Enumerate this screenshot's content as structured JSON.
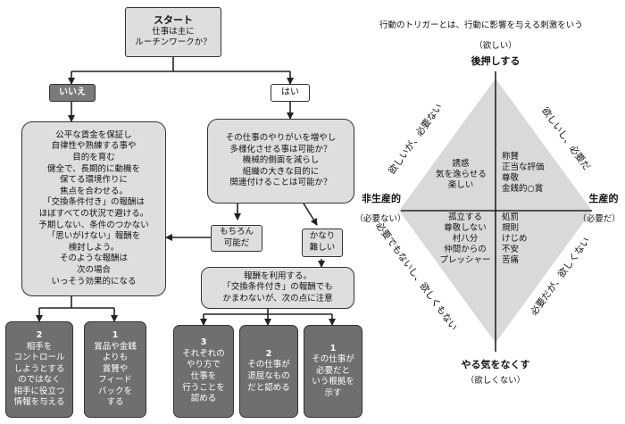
{
  "flow": {
    "start": {
      "title": "スタート",
      "lines": [
        "仕事は主に",
        "ルーチンワークか？"
      ]
    },
    "no_label": "いいえ",
    "yes_label": "はい",
    "left_box": [
      "公平な賃金を保証し",
      "自律性や熟練する事や",
      "目的を育む",
      "健全で、長期的に動機を",
      "保てる環境作りに",
      "焦点を合わせる。",
      "「交換条件付き」の報酬は",
      "ほぼすべての状況で避ける。",
      "予期しない、条件のつかない",
      "「思いがけない」報酬を",
      "検討しよう。",
      "そのような報酬は",
      "次の場合",
      "いっそう効果的になる"
    ],
    "right_box": [
      "その仕事のやりがいを増やし",
      "多様化させる事は可能か？",
      "機械的側面を減らし",
      "組織の大きな目的に",
      "関連付けることは可能か？"
    ],
    "mochiron": [
      "もちろん",
      "可能だ"
    ],
    "kanari": [
      "かなり",
      "難しい"
    ],
    "reward_box": [
      "報酬を利用する。",
      "「交換条件付き」の報酬でも",
      "かまわないが、次の点に注意"
    ],
    "tips_left": [
      {
        "num": "2",
        "lines": [
          "相手を",
          "コントロール",
          "しようとする",
          "のではなく",
          "相手に役立つ",
          "情報を与える"
        ]
      },
      {
        "num": "1",
        "lines": [
          "賞品や金銭",
          "よりも",
          "賞賛や",
          "フィード",
          "バックを",
          "する"
        ]
      }
    ],
    "tips_right": [
      {
        "num": "3",
        "lines": [
          "それぞれの",
          "やり方で",
          "仕事を",
          "行うことを",
          "認める"
        ]
      },
      {
        "num": "2",
        "lines": [
          "その仕事が",
          "退屈なもの",
          "だと認める"
        ]
      },
      {
        "num": "1",
        "lines": [
          "その仕事が",
          "必要だと",
          "いう根拠を",
          "示す"
        ]
      }
    ]
  },
  "quadrant": {
    "header": "行動のトリガーとは、行動に影響を与える刺激をいう",
    "top_sub": "（欲しい）",
    "top_main": "後押しする",
    "bottom_main": "やる気をなくす",
    "bottom_sub": "（欲しくない）",
    "left_main": "非生産的",
    "left_sub": "（必要ない）",
    "right_main": "生産的",
    "right_sub": "（必要だ）",
    "diag_tl": "欲しいが、必要ない",
    "diag_tr": "欲しいし、必要だ",
    "diag_bl": "必要でもないし、欲しくもない",
    "diag_br": "必要だが、欲しくない",
    "q_tl": [
      "誘惑",
      "気を逸らせる",
      "楽しい"
    ],
    "q_tr": [
      "称賛",
      "正当な評価",
      "尊敬",
      "金銭的○賞"
    ],
    "q_bl": [
      "孤立する",
      "尊敬しない",
      "村八分",
      "仲間からの",
      "プレッシャー"
    ],
    "q_br": [
      "処罰",
      "規則",
      "けじめ",
      "不安",
      "苦痛"
    ]
  }
}
